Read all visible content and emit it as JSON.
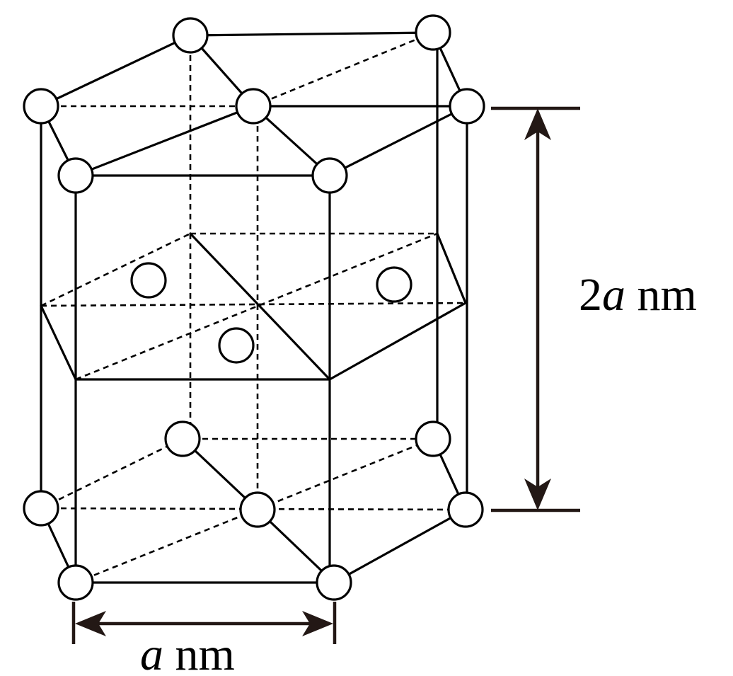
{
  "diagram": {
    "height_label": {
      "value": "2",
      "variable": "a",
      "unit": "nm"
    },
    "width_label": {
      "variable": "a",
      "unit": "nm"
    }
  }
}
